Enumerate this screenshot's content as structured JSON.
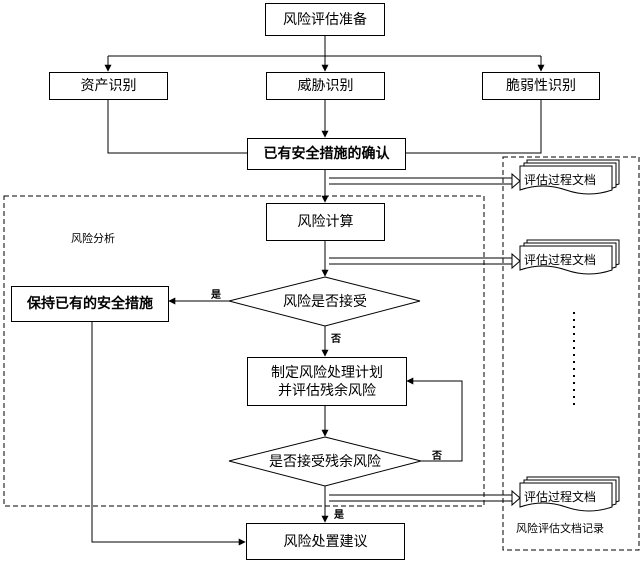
{
  "nodes": {
    "prepare": "风险评估准备",
    "asset": "资产识别",
    "threat": "威胁识别",
    "vuln": "脆弱性识别",
    "confirm": "已有安全措施的确认",
    "calc": "风险计算",
    "accept": "风险是否接受",
    "keep": "保持已有的安全措施",
    "plan_line1": "制定风险处理计划",
    "plan_line2": "并评估残余风险",
    "residual": "是否接受残余风险",
    "advice": "风险处置建议"
  },
  "edge_labels": {
    "yes_accept": "是",
    "no_accept": "否",
    "no_residual": "否",
    "yes_residual": "是"
  },
  "regions": {
    "analysis": "风险分析",
    "records": "风险评估文档记录"
  },
  "documents": [
    "评估过程文档",
    "评估过程文档",
    "评估过程文档"
  ]
}
